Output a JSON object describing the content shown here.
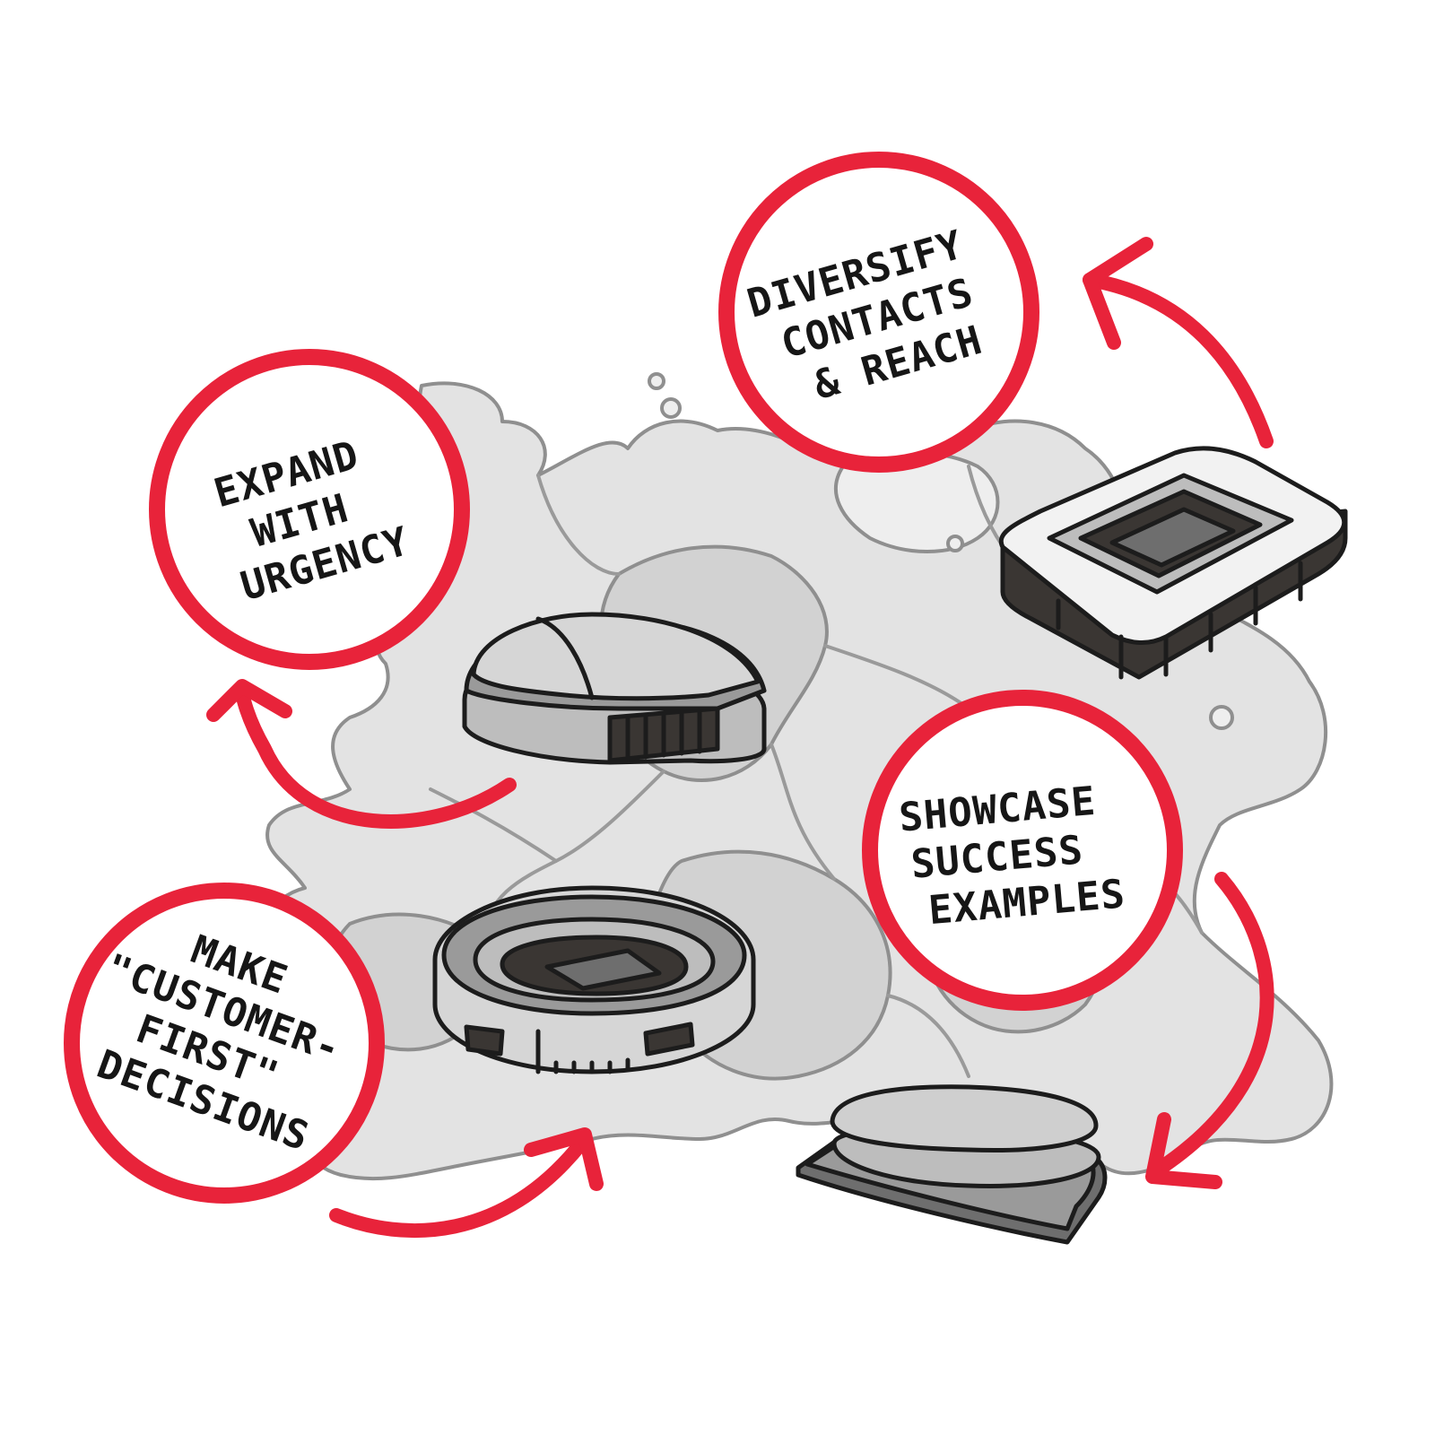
{
  "colors": {
    "accent": "#e8233a",
    "ink": "#1c1c1c",
    "map_fill": "#e3e3e3",
    "map_outline": "#8f8f8f",
    "background": "#ffffff"
  },
  "steps": [
    {
      "lines": [
        "EXPAND",
        "WITH",
        "URGENCY"
      ]
    },
    {
      "lines": [
        "DIVERSIFY",
        "CONTACTS",
        "& REACH"
      ]
    },
    {
      "lines": [
        "SHOWCASE",
        "SUCCESS",
        "EXAMPLES"
      ]
    },
    {
      "lines": [
        "MAKE",
        "\"CUSTOMER-",
        "FIRST\"",
        "DECISIONS"
      ]
    }
  ],
  "icons": [
    "domed-stadium-icon",
    "rectangular-stadium-icon",
    "open-bowl-stadium-icon",
    "shell-roof-stadium-icon",
    "europe-map-background"
  ]
}
